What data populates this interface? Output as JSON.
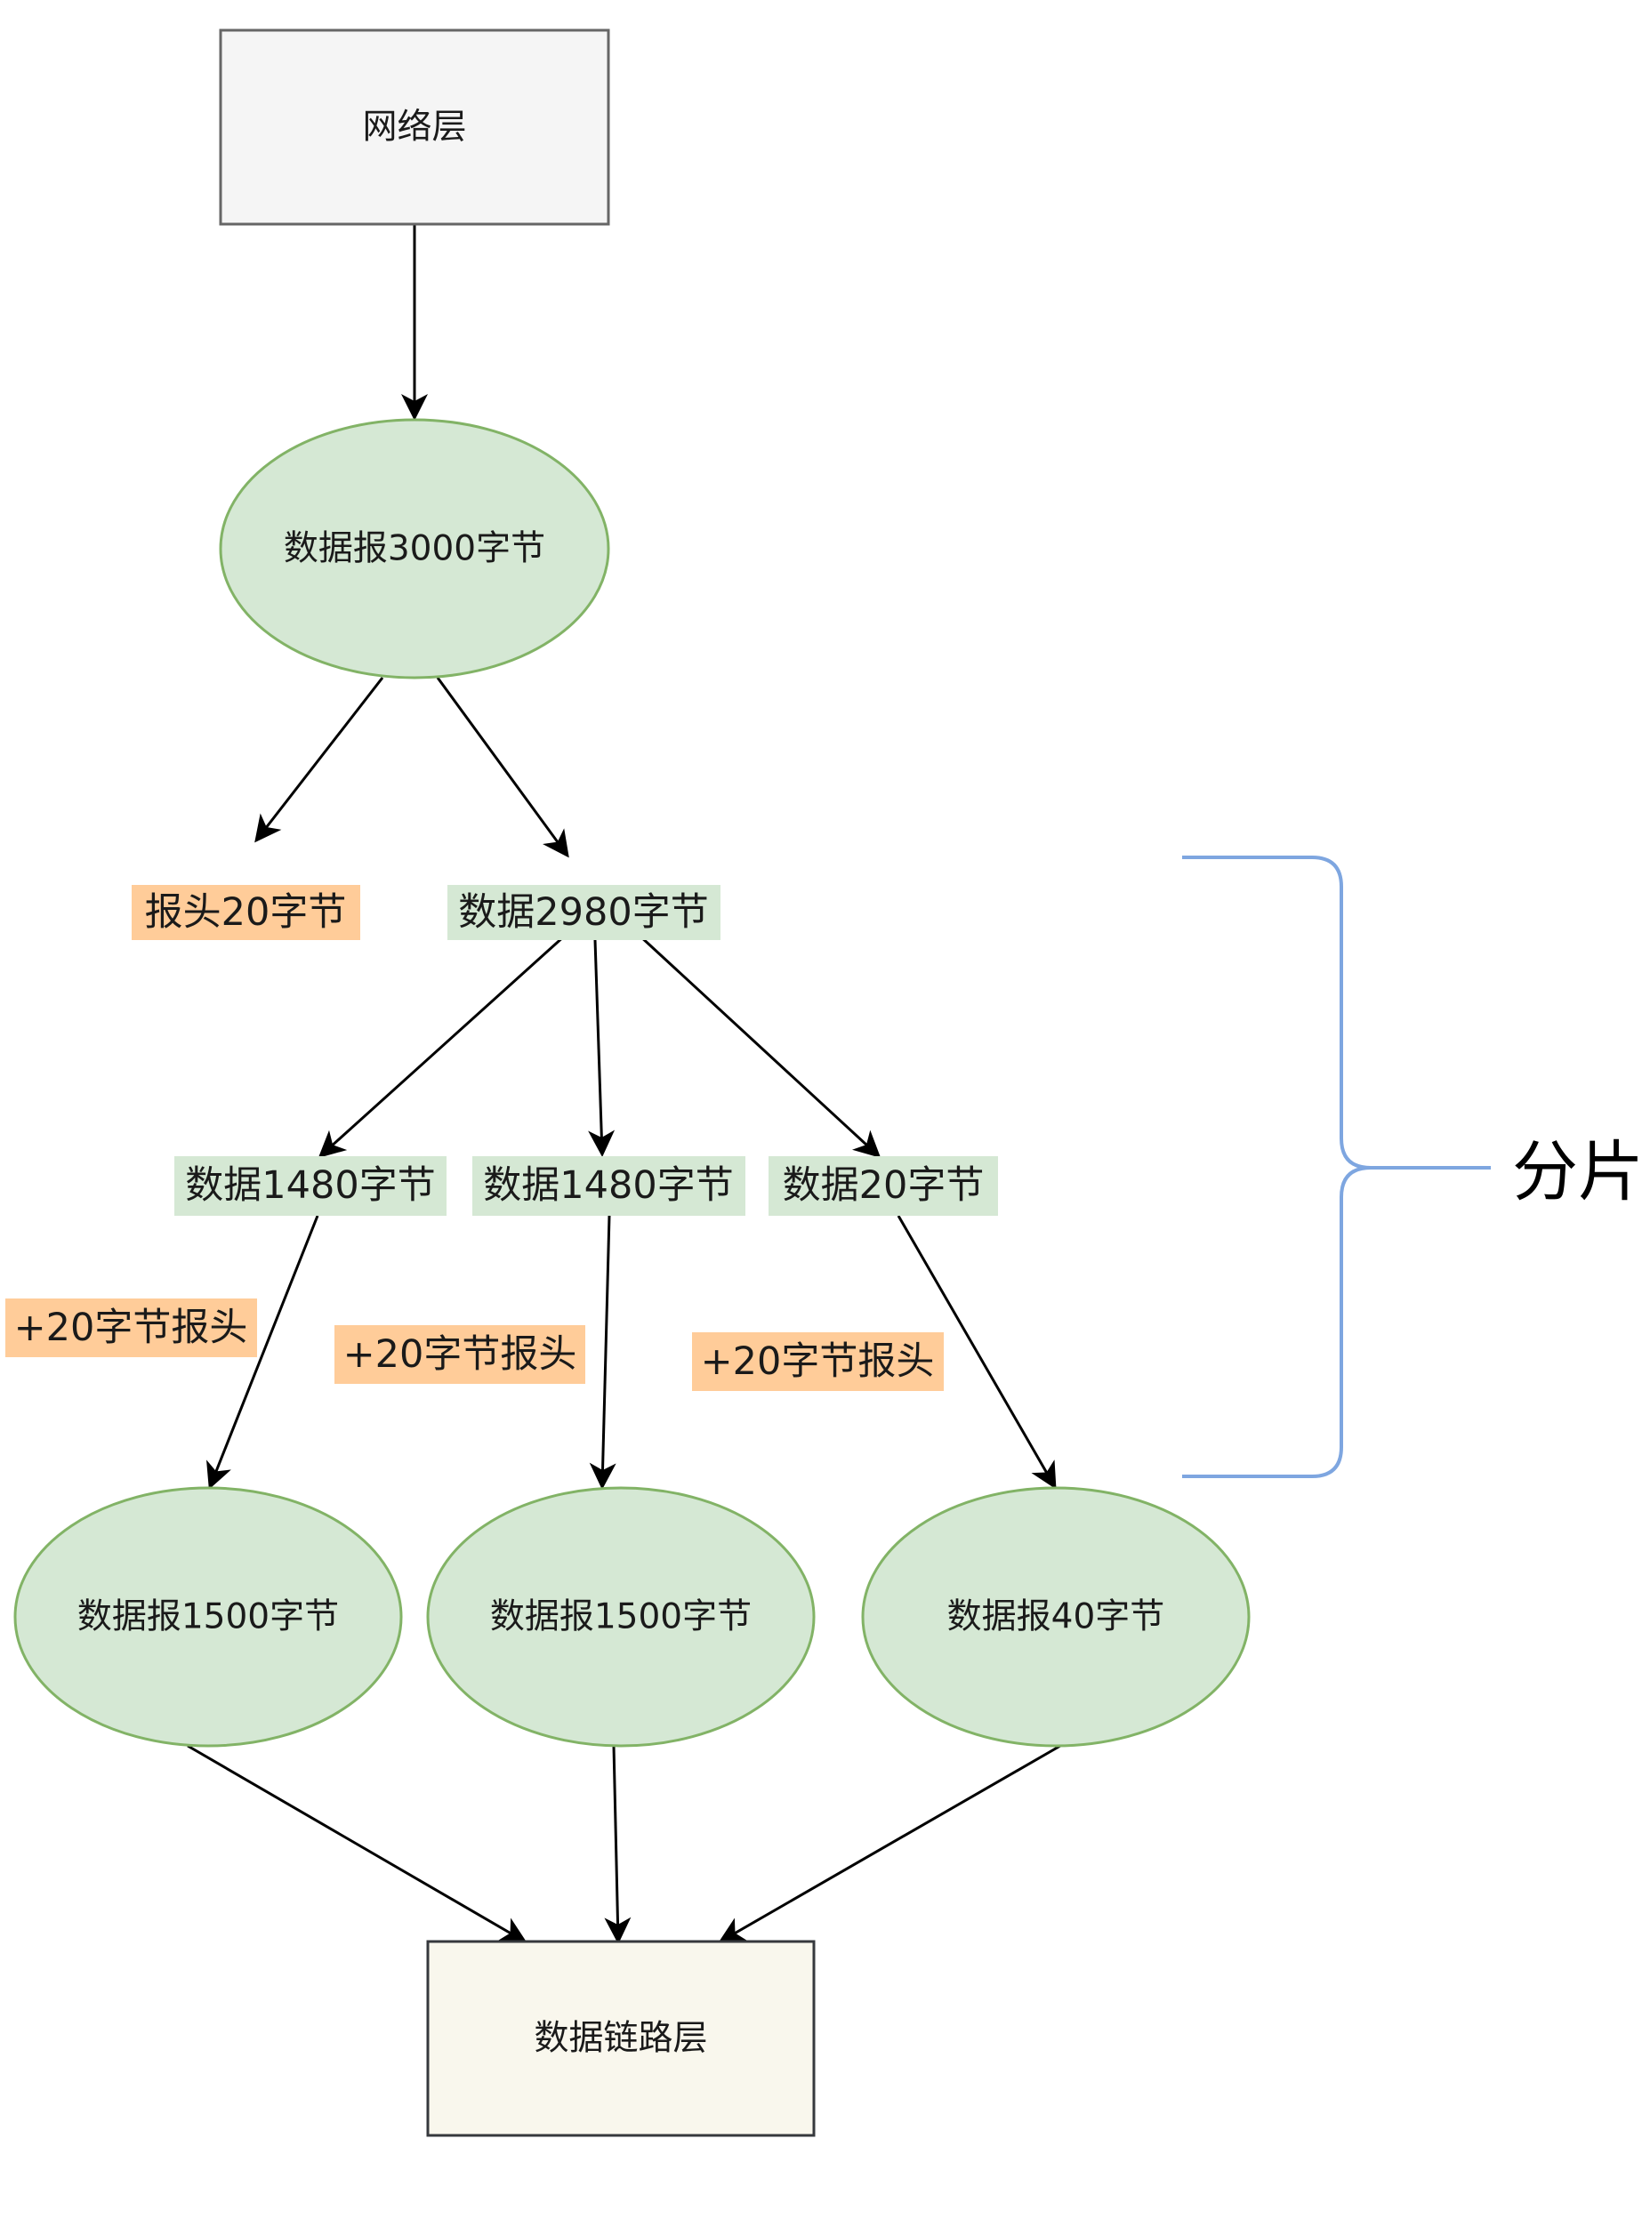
{
  "nodes": {
    "network_layer": "网络层",
    "datagram_3000": "数据报3000字节",
    "header_20": "报头20字节",
    "data_2980": "数据2980字节",
    "data_1480_a": "数据1480字节",
    "data_1480_b": "数据1480字节",
    "data_20": "数据20字节",
    "add_header_a": "+20字节报头",
    "add_header_b": "+20字节报头",
    "add_header_c": "+20字节报头",
    "datagram_1500_a": "数据报1500字节",
    "datagram_1500_b": "数据报1500字节",
    "datagram_40": "数据报40字节",
    "datalink_layer": "数据链路层"
  },
  "annotation": {
    "fragmentation": "分片"
  },
  "colors": {
    "gray_box_fill": "#f5f5f5",
    "gray_box_stroke": "#666666",
    "green_fill": "#d5e8d4",
    "green_stroke": "#82b366",
    "orange_fill": "#ffcc99",
    "beige_fill": "#f9f7ed",
    "brace_stroke": "#7ea6e0",
    "arrow": "#000000"
  }
}
